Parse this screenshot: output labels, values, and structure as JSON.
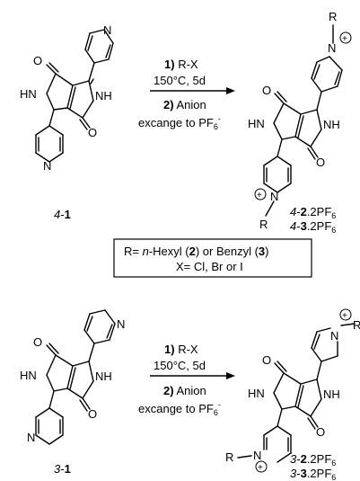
{
  "reaction_top": {
    "step1_num": "1)",
    "step1_reagent": "R-X",
    "step1_conditions": "150°C, 5d",
    "step2_num": "2)",
    "step2_text": "Anion",
    "step2_line2": "excange to PF",
    "step2_sub": "6",
    "step2_sup": "-"
  },
  "reaction_bottom": {
    "step1_num": "1)",
    "step1_reagent": "R-X",
    "step1_conditions": "150°C, 5d",
    "step2_num": "2)",
    "step2_text": "Anion",
    "step2_line2": "excange to PF",
    "step2_sub": "6",
    "step2_sup": "-"
  },
  "compounds": {
    "top_start": {
      "prefix": "4",
      "sep": "-",
      "num": "1"
    },
    "top_product_a": {
      "prefix": "4",
      "sep": "-",
      "num": "2",
      "suffix": ".2PF",
      "sub": "6"
    },
    "top_product_b": {
      "prefix": "4",
      "sep": "-",
      "num": "3",
      "suffix": ".2PF",
      "sub": "6"
    },
    "bottom_start": {
      "prefix": "3",
      "sep": "-",
      "num": "1"
    },
    "bottom_product_a": {
      "prefix": "3",
      "sep": "-",
      "num": "2",
      "suffix": ".2PF",
      "sub": "6"
    },
    "bottom_product_b": {
      "prefix": "3",
      "sep": "-",
      "num": "3",
      "suffix": ".2PF",
      "sub": "6"
    }
  },
  "legend": {
    "line1_a": "R= ",
    "line1_hexyl": "n",
    "line1_b": "-Hexyl (",
    "line1_n2": "2",
    "line1_c": ") or Benzyl (",
    "line1_n3": "3",
    "line1_d": ")",
    "line2": "X= Cl, Br or I"
  },
  "atoms": {
    "N": "N",
    "O": "O",
    "HN": "HN",
    "NH": "NH",
    "R": "R",
    "R_dash": "R",
    "plus": "+"
  }
}
